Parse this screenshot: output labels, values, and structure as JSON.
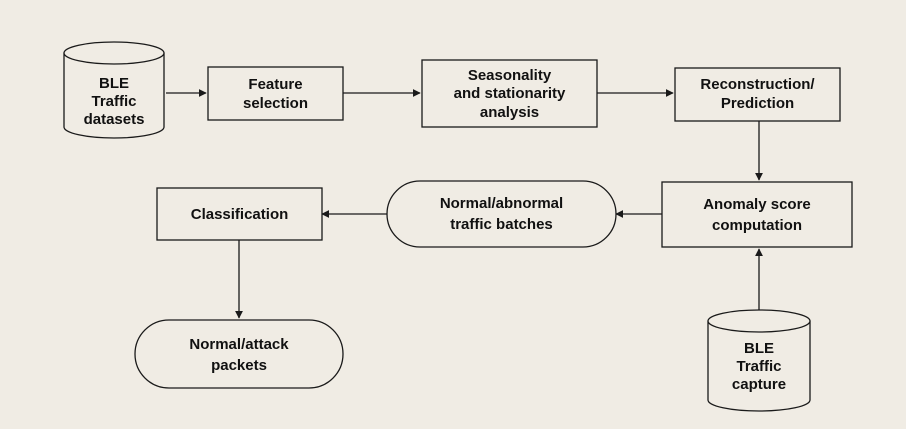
{
  "nodes": {
    "ble_traffic_datasets": {
      "line1": "BLE",
      "line2": "Traffic",
      "line3": "datasets"
    },
    "feature_selection": {
      "line1": "Feature",
      "line2": "selection"
    },
    "seasonality_analysis": {
      "line1": "Seasonality",
      "line2": "and stationarity",
      "line3": "analysis"
    },
    "reconstruction_prediction": {
      "line1": "Reconstruction/",
      "line2": "Prediction"
    },
    "anomaly_score": {
      "line1": "Anomaly score",
      "line2": "computation"
    },
    "traffic_batches": {
      "line1": "Normal/abnormal",
      "line2": "traffic batches"
    },
    "classification": {
      "line1": "Classification"
    },
    "attack_packets": {
      "line1": "Normal/attack",
      "line2": "packets"
    },
    "ble_traffic_capture": {
      "line1": "BLE",
      "line2": "Traffic",
      "line3": "capture"
    }
  }
}
